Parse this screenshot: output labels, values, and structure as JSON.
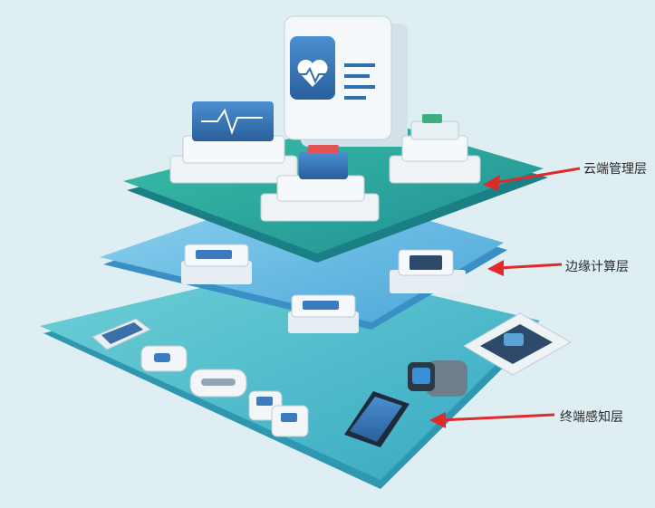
{
  "layers": [
    {
      "id": "cloud",
      "label": "云端管理层"
    },
    {
      "id": "edge",
      "label": "边缘计算层"
    },
    {
      "id": "terminal",
      "label": "终端感知层"
    }
  ],
  "colors": {
    "background": "#dfeef3",
    "cloud_layer": "#2aa59a",
    "edge_layer": "#5bb6df",
    "terminal_layer": "#4fc0cc",
    "arrow": "#e02a2a",
    "device_white": "#f4f7f9",
    "screen_blue": "#2f6fae"
  },
  "icons": [
    "heart-monitor-icon",
    "ecg-wave-icon",
    "server-icon",
    "smartphone-icon",
    "smartwatch-icon",
    "wearable-band-icon"
  ]
}
